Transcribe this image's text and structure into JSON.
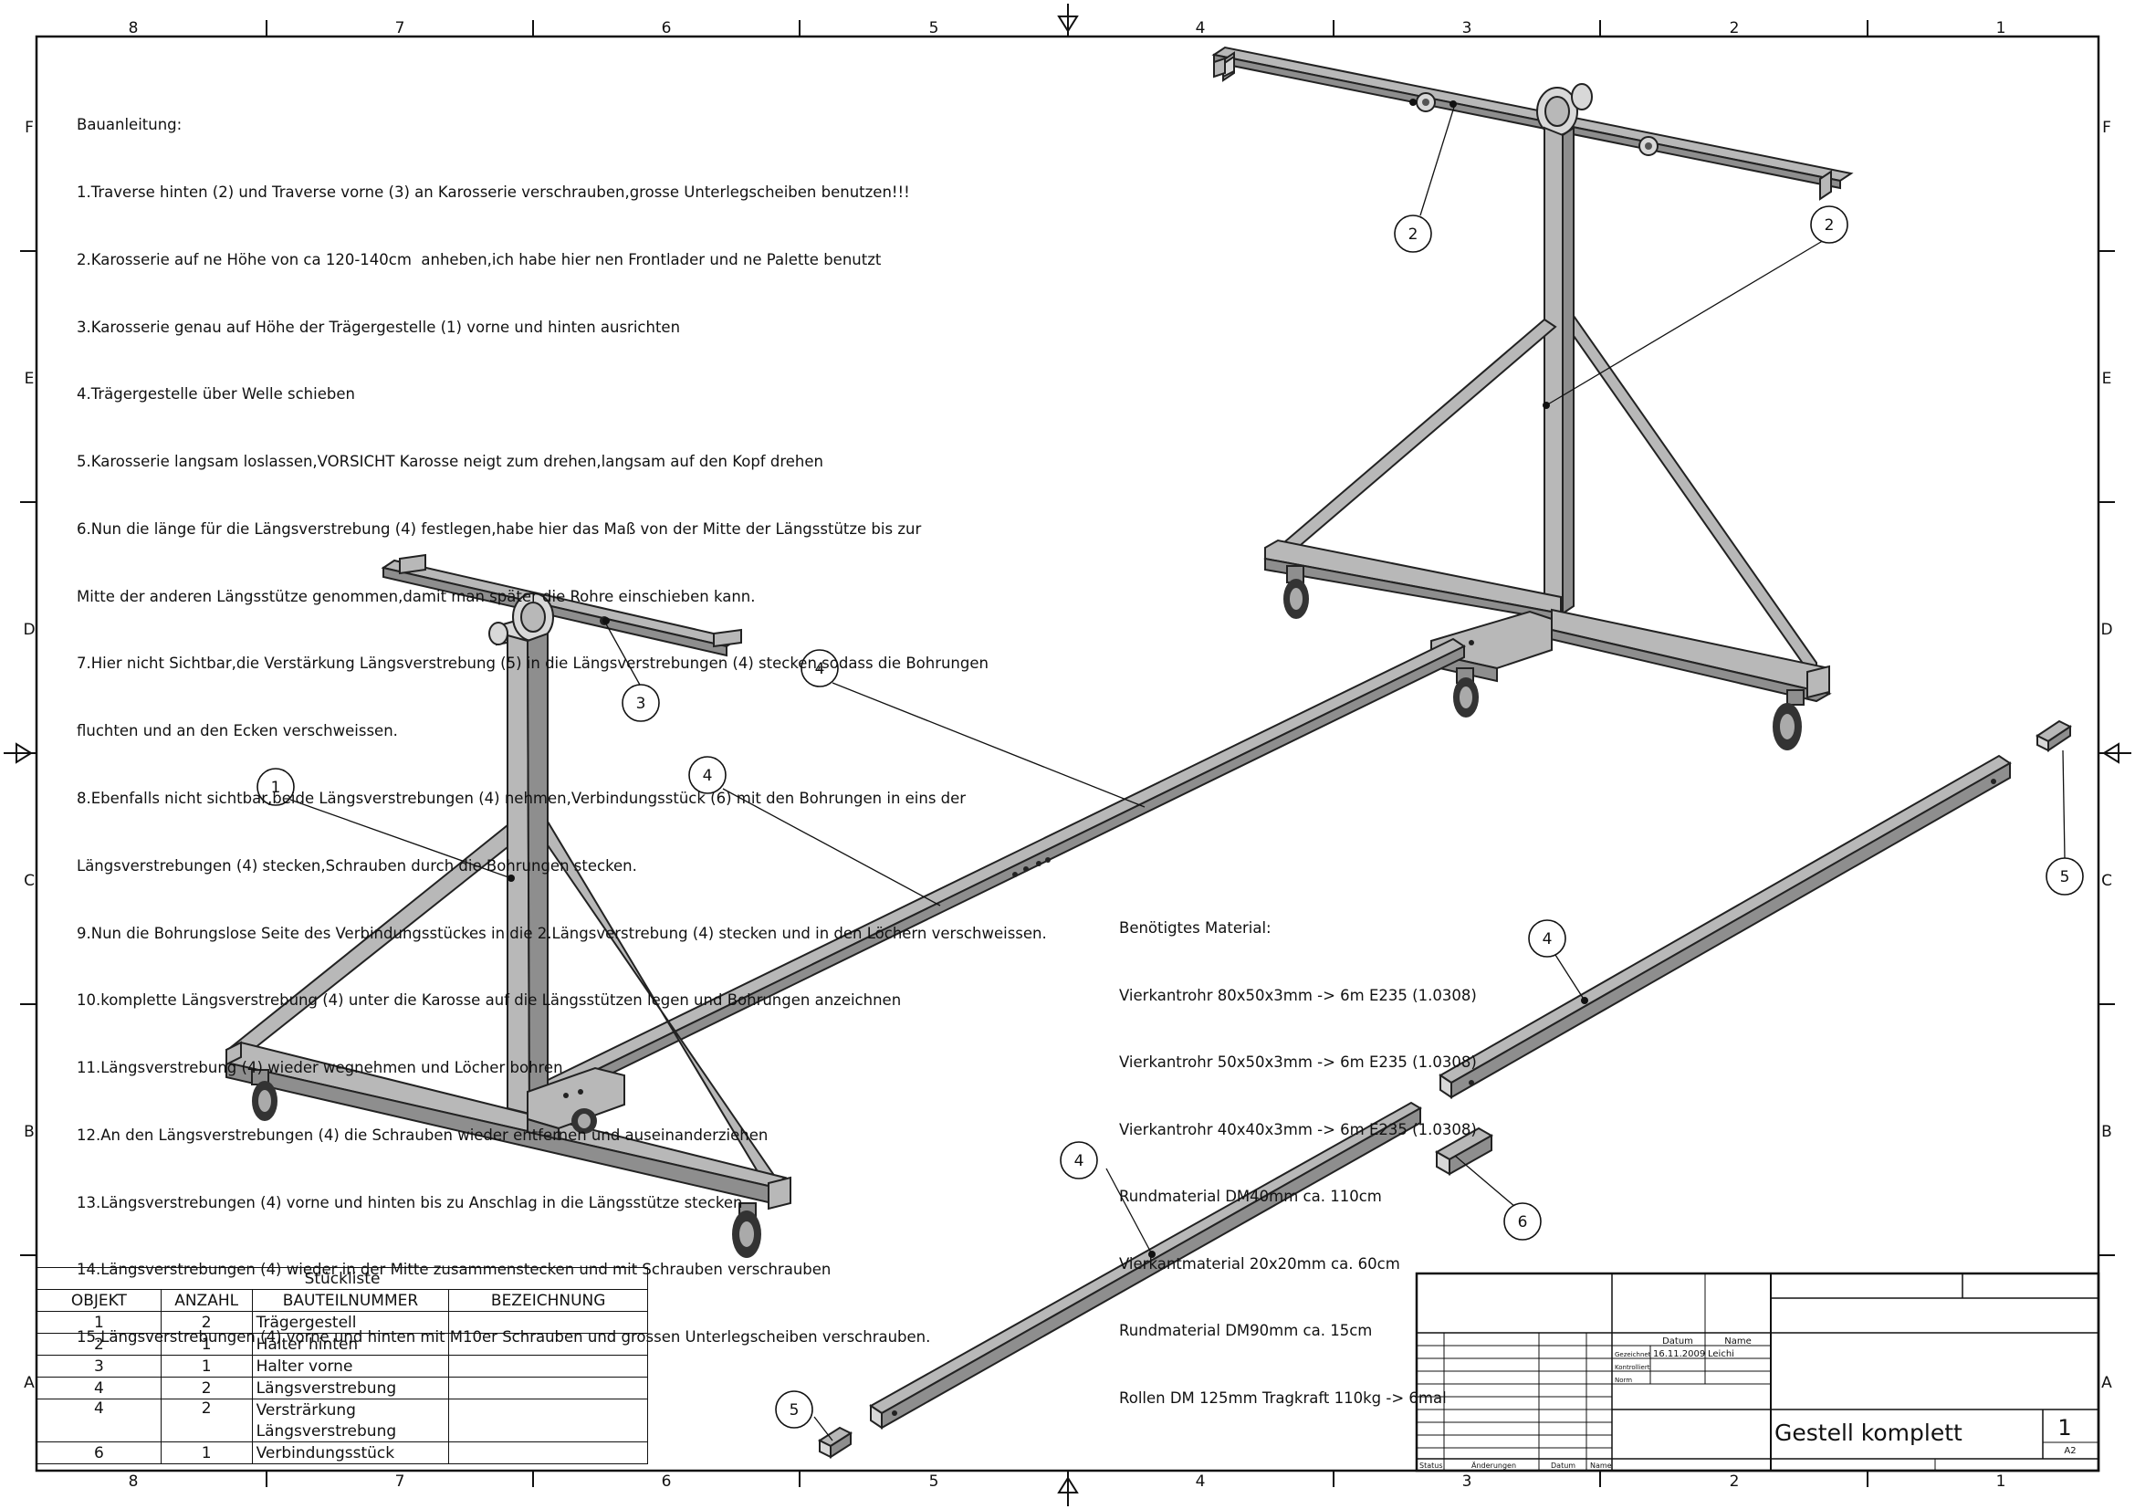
{
  "frame": {
    "col_labels": [
      "8",
      "7",
      "6",
      "5",
      "4",
      "3",
      "2",
      "1"
    ],
    "row_labels": [
      "F",
      "E",
      "D",
      "C",
      "B",
      "A"
    ]
  },
  "instructions": {
    "heading": "Bauanleitung:",
    "lines": [
      "1.Traverse hinten (2) und Traverse vorne (3) an Karosserie verschrauben,grosse Unterlegscheiben benutzen!!!",
      "2.Karosserie auf ne Höhe von ca 120-140cm  anheben,ich habe hier nen Frontlader und ne Palette benutzt",
      "3.Karosserie genau auf Höhe der Trägergestelle (1) vorne und hinten ausrichten",
      "4.Trägergestelle über Welle schieben",
      "5.Karosserie langsam loslassen,VORSICHT Karosse neigt zum drehen,langsam auf den Kopf drehen",
      "6.Nun die länge für die Längsverstrebung (4) festlegen,habe hier das Maß von der Mitte der Längsstütze bis zur",
      "Mitte der anderen Längsstütze genommen,damit man später die Rohre einschieben kann.",
      "7.Hier nicht Sichtbar,die Verstärkung Längsverstrebung (5) in die Längsverstrebungen (4) stecken,sodass die Bohrungen",
      "fluchten und an den Ecken verschweissen.",
      "8.Ebenfalls nicht sichtbar,beide Längsverstrebungen (4) nehmen,Verbindungsstück (6) mit den Bohrungen in eins der",
      "Längsverstrebungen (4) stecken,Schrauben durch die Bohrungen stecken.",
      "9.Nun die Bohrungslose Seite des Verbindungsstückes in die 2.Längsverstrebung (4) stecken und in den Löchern verschweissen.",
      "10.komplette Längsverstrebung (4) unter die Karosse auf die Längsstützen legen und Bohrungen anzeichnen",
      "11.Längsverstrebung (4) wieder wegnehmen und Löcher bohren",
      "12.An den Längsverstrebungen (4) die Schrauben wieder entfernen und auseinanderziehen",
      "13.Längsverstrebungen (4) vorne und hinten bis zu Anschlag in die Längsstütze stecken",
      "14.Längsverstrebungen (4) wieder in der Mitte zusammenstecken und mit Schrauben verschrauben",
      "15.Längsverstrebungen (4) vorne und hinten mit M10er Schrauben und grossen Unterlegscheiben verschrauben."
    ]
  },
  "material": {
    "heading": "Benötigtes Material:",
    "lines": [
      "Vierkantrohr 80x50x3mm -> 6m E235 (1.0308)",
      "Vierkantrohr 50x50x3mm -> 6m E235 (1.0308)",
      "Vierkantrohr 40x40x3mm -> 6m E235 (1.0308)",
      "Rundmaterial DM40mm ca. 110cm",
      "Vierkantmaterial 20x20mm ca. 60cm",
      "Rundmaterial DM90mm ca. 15cm",
      "Rollen DM 125mm Tragkraft 110kg -> 6mal"
    ]
  },
  "balloons": [
    "1",
    "2",
    "3",
    "4",
    "5",
    "6"
  ],
  "bom": {
    "title": "Stückliste",
    "headers": [
      "OBJEKT",
      "ANZAHL",
      "BAUTEILNUMMER",
      "BEZEICHNUNG"
    ],
    "rows": [
      {
        "objekt": "1",
        "anzahl": "2",
        "bauteil": "Trägergestell",
        "bezeichnung": ""
      },
      {
        "objekt": "2",
        "anzahl": "1",
        "bauteil": "Halter hinten",
        "bezeichnung": ""
      },
      {
        "objekt": "3",
        "anzahl": "1",
        "bauteil": "Halter vorne",
        "bezeichnung": ""
      },
      {
        "objekt": "4",
        "anzahl": "2",
        "bauteil": "Längsverstrebung",
        "bezeichnung": ""
      },
      {
        "objekt": "4",
        "anzahl": "2",
        "bauteil": "Versträrkung",
        "bauteil2": "Längsverstrebung",
        "bezeichnung": ""
      },
      {
        "objekt": "6",
        "anzahl": "1",
        "bauteil": "Verbindungsstück",
        "bezeichnung": ""
      }
    ]
  },
  "titleblock": {
    "datum_header": "Datum",
    "name_header": "Name",
    "gezeichnet_label": "Gezeichnet",
    "gezeichnet_date": "16.11.2009",
    "gezeichnet_name": "Leichi",
    "kontrolliert_label": "Kontrolliert",
    "norm_label": "Norm",
    "status_label": "Status",
    "aenderungen_label": "Änderungen",
    "datum_label": "Datum",
    "name_label": "Name",
    "title": "Gestell komplett",
    "sheet_number": "1",
    "sheet_format": "A2"
  }
}
